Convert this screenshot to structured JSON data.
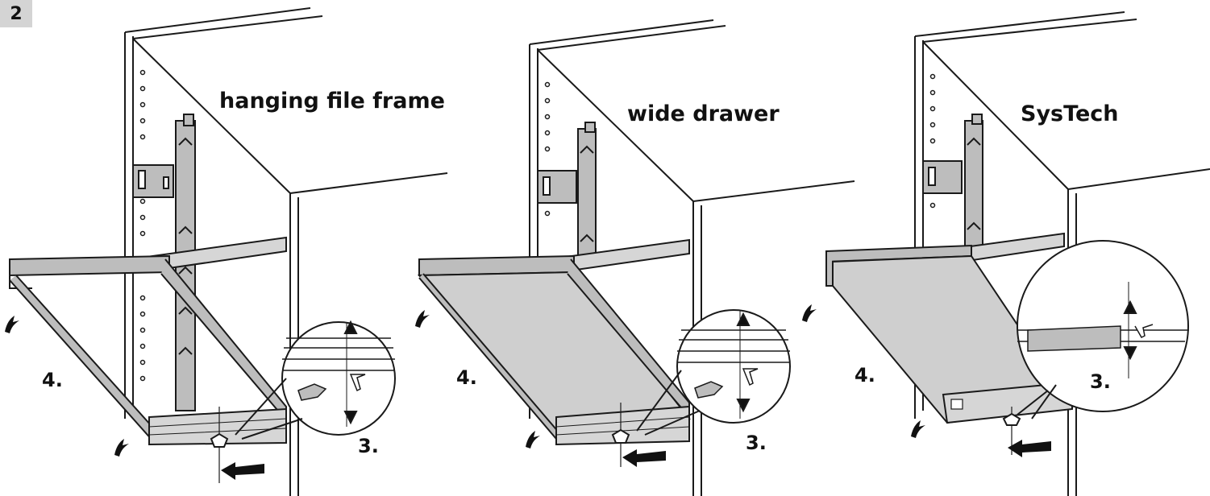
{
  "figure": {
    "step_number": "2"
  },
  "panels": [
    {
      "title": "hanging file frame",
      "step_a": "4.",
      "step_b": "3."
    },
    {
      "title": "wide drawer",
      "step_a": "4.",
      "step_b": "3."
    },
    {
      "title": "SysTech",
      "step_a": "4.",
      "step_b": "3."
    }
  ],
  "colors": {
    "line": "#1a1a1a",
    "metal": "#bdbdbd",
    "metal_light": "#d6d6d6",
    "tray": "#cfcfcf",
    "badge": "#d4d4d4"
  }
}
